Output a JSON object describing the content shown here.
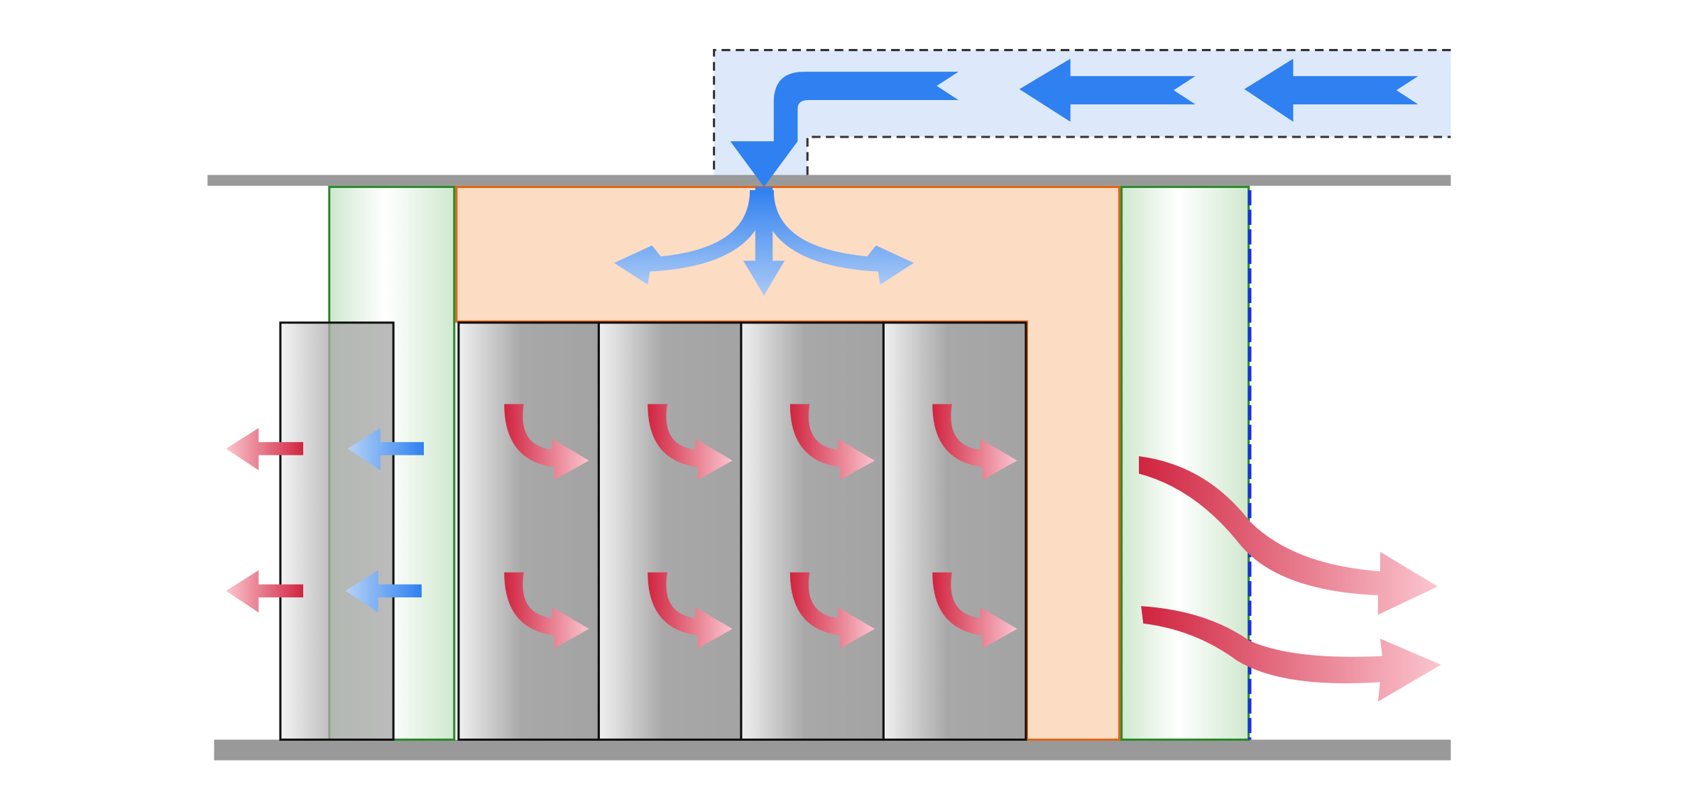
{
  "colors": {
    "floor_ceiling": "#999999",
    "duct_fill": "#dde9fb",
    "cold_arrow": "#2f80f0",
    "hot_arrow": "#d0243f",
    "plenum_fill": "#fddcc4",
    "plenum_stroke": "#e0661a",
    "cooling_fill": "#cfe8cf",
    "cooling_stroke": "#2a8a2a",
    "rack_dark": "#a3a3a3",
    "rack_light": "#f2f2f2",
    "barrier": "#1a2fe0"
  },
  "racks": [
    1,
    2,
    3,
    4
  ]
}
